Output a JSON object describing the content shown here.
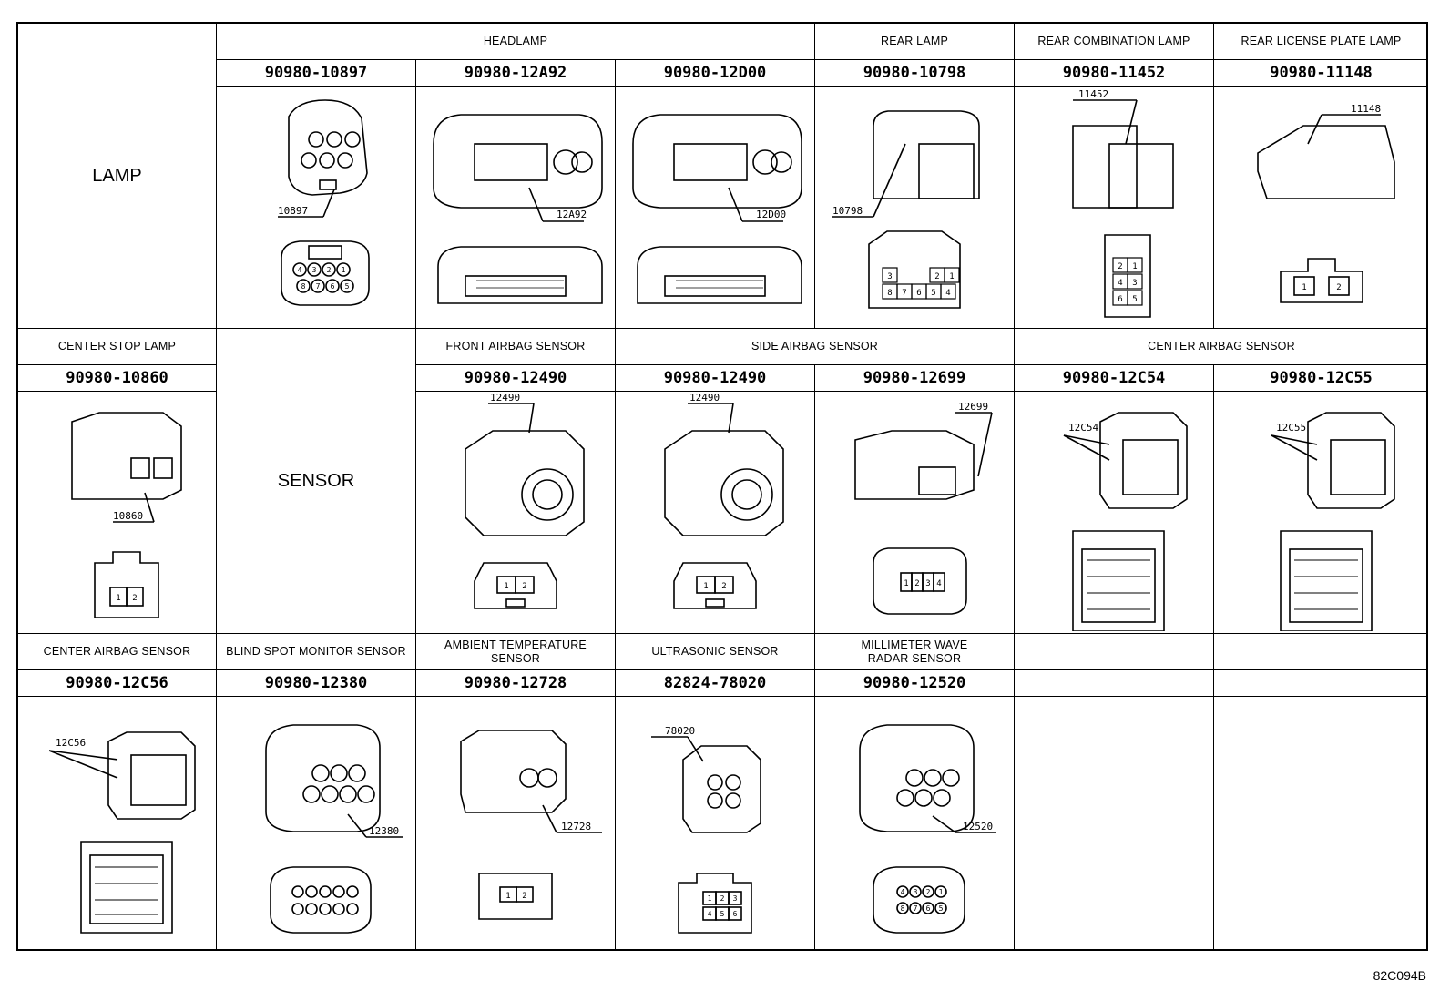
{
  "groups": {
    "lamp": "LAMP",
    "sensor": "SENSOR"
  },
  "headers": {
    "headlamp": "HEADLAMP",
    "rear_lamp": "REAR LAMP",
    "rear_combination_lamp": "REAR COMBINATION LAMP",
    "rear_license_plate_lamp": "REAR LICENSE PLATE LAMP",
    "center_stop_lamp": "CENTER STOP LAMP",
    "front_airbag_sensor": "FRONT AIRBAG SENSOR",
    "side_airbag_sensor": "SIDE AIRBAG SENSOR",
    "center_airbag_sensor_1": "CENTER AIRBAG SENSOR",
    "center_airbag_sensor_2": "CENTER AIRBAG SENSOR",
    "blind_spot_monitor_sensor": "BLIND SPOT MONITOR SENSOR",
    "ambient_temperature_sensor": "AMBIENT TEMPERATURE SENSOR",
    "ultrasonic_sensor": "ULTRASONIC SENSOR",
    "millimeter_wave_radar_sensor": "MILLIMETER WAVE RADAR SENSOR"
  },
  "part_numbers": {
    "r1c1": "90980-10897",
    "r1c2": "90980-12A92",
    "r1c3": "90980-12D00",
    "r1c4": "90980-10798",
    "r1c5": "90980-11452",
    "r1c6": "90980-11148",
    "r2c0": "90980-10860",
    "r2c2": "90980-12490",
    "r2c3": "90980-12490",
    "r2c4": "90980-12699",
    "r2c5": "90980-12C54",
    "r2c6": "90980-12C55",
    "r3c0": "90980-12C56",
    "r3c1": "90980-12380",
    "r3c2": "90980-12728",
    "r3c3": "82824-78020",
    "r3c4": "90980-12520"
  },
  "callouts": {
    "r1c1": "10897",
    "r1c2": "12A92",
    "r1c3": "12D00",
    "r1c4": "10798",
    "r1c5": "11452",
    "r1c6": "11148",
    "r2c0": "10860",
    "r2c2": "12490",
    "r2c3": "12490",
    "r2c4": "12699",
    "r2c5": "12C54",
    "r2c6": "12C55",
    "r3c0": "12C56",
    "r3c1": "12380",
    "r3c2": "12728",
    "r3c3": "78020",
    "r3c4": "12520"
  },
  "figure_code": "82C094B"
}
